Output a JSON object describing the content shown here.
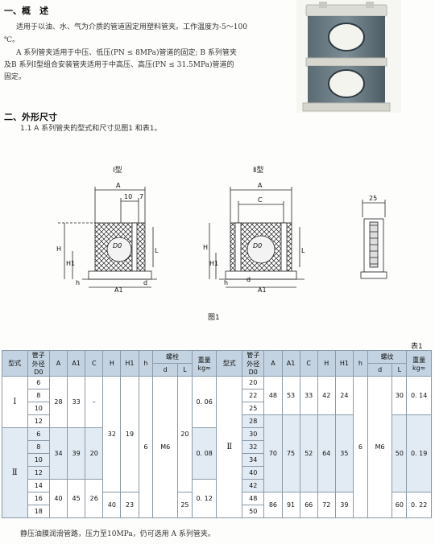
{
  "section1": {
    "title": "一、概　述",
    "p1a": "适用于以油、水、气为介质的管道固定用塑料管夹。工作温度为-5～100",
    "p1b": "℃。",
    "p2a": "A 系列管夹适用于中压、低压(PN ≤ 8MPa)管道的固定; B 系列管夹",
    "p2b": "及B 系列Ⅰ型组合安装管夹适用于中高压、高压(PN ≤ 31.5MPa)管道的",
    "p2c": "固定。"
  },
  "section2": {
    "title": "二、外形尺寸",
    "sub": "1.1  A 系列管夹的型式和尺寸见图1 和表1。"
  },
  "figure": {
    "type1": "Ⅰ型",
    "type2": "Ⅱ型",
    "caption": "图1",
    "labels": {
      "A": "A",
      "A1": "A1",
      "C": "C",
      "H": "H",
      "H1": "H1",
      "L": "L",
      "d": "d",
      "h": "h",
      "D0": "D0",
      "d10": "10",
      "d7": "7",
      "d25": "25"
    }
  },
  "table": {
    "label": "表1",
    "headers": {
      "type": "型式",
      "od1": "管子",
      "od2": "外径",
      "od3": "D0",
      "A": "A",
      "A1": "A1",
      "C": "C",
      "H": "H",
      "H1": "H1",
      "h": "h",
      "bolt": "螺栓",
      "d": "d",
      "L": "L",
      "weight": "重量",
      "kg": "kg≈",
      "thread": "螺纹"
    },
    "left": {
      "type1": "Ⅰ",
      "type2": "Ⅱ",
      "od": [
        "6",
        "8",
        "10",
        "12",
        "6",
        "8",
        "10",
        "12",
        "14",
        "16",
        "18"
      ],
      "g1": {
        "A": "28",
        "A1": "33",
        "C": "–",
        "w": "0. 06"
      },
      "g2": {
        "A": "34",
        "A1": "39",
        "C": "20",
        "w": "0. 08"
      },
      "g3": {
        "A": "40",
        "A1": "45",
        "C": "26",
        "H": "40",
        "H1": "23",
        "L": "25",
        "w": "0. 12"
      },
      "H": "32",
      "H1": "19",
      "h": "6",
      "d": "M6",
      "L": "20"
    },
    "right": {
      "type": "Ⅱ",
      "od": [
        "20",
        "22",
        "25",
        "28",
        "30",
        "32",
        "34",
        "40",
        "42",
        "48",
        "50"
      ],
      "g1": {
        "A": "48",
        "A1": "53",
        "C": "33",
        "H": "42",
        "H1": "24",
        "L": "30",
        "w": "0. 14"
      },
      "g2": {
        "A": "70",
        "A1": "75",
        "C": "52",
        "H": "64",
        "H1": "35",
        "L": "50",
        "w": "0. 19"
      },
      "g3": {
        "A": "86",
        "A1": "91",
        "C": "66",
        "H": "72",
        "H1": "39",
        "L": "60",
        "w": "0. 22"
      },
      "h": "6",
      "d": "M6"
    }
  },
  "footer": "静压油膜润滑管路，压力至10MPa，仍可选用 A 系列管夹。"
}
